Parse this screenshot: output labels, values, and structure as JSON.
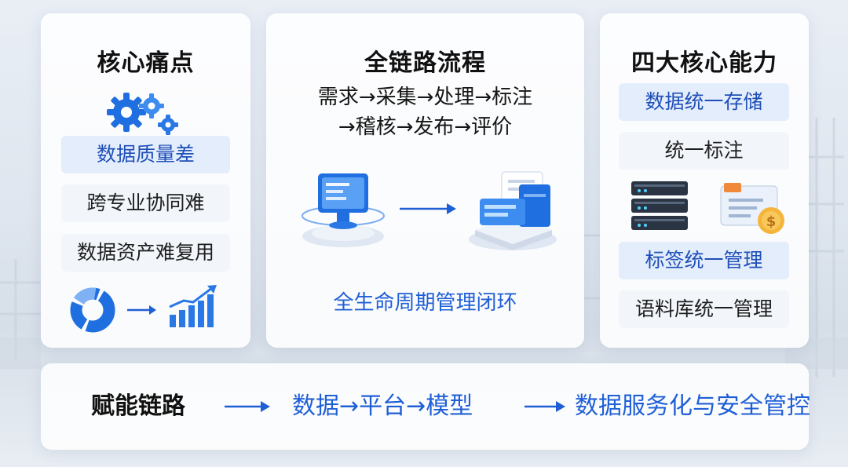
{
  "pain_points": {
    "title": "核心痛点",
    "items": [
      "数据质量差",
      "跨专业协同难",
      "数据资产难复用"
    ]
  },
  "pipeline": {
    "title": "全链路流程",
    "flow_line1": "需求→采集→处理→标注",
    "flow_line2": "→稽核→发布→评价",
    "caption": "全生命周期管理闭环"
  },
  "capabilities": {
    "title": "四大核心能力",
    "items": [
      "数据统一存储",
      "统一标注",
      "标签统一管理",
      "语料库统一管理"
    ]
  },
  "enablement": {
    "title": "赋能链路",
    "chain": "数据→平台→模型",
    "result": "数据服务化与安全管控"
  },
  "icons": {
    "gears": "gears-icon",
    "donut": "donut-chart-icon",
    "bars": "bar-chart-growth-icon",
    "computer": "computer-icon",
    "documents": "documents-stack-icon",
    "server": "server-icon",
    "bill": "bill-coin-icon",
    "arrow": "arrow-right-icon"
  },
  "colors": {
    "accent": "#1f5fd6",
    "pill_blue_bg": "#e4edfb",
    "pill_gray_bg": "#f1f5fb"
  }
}
